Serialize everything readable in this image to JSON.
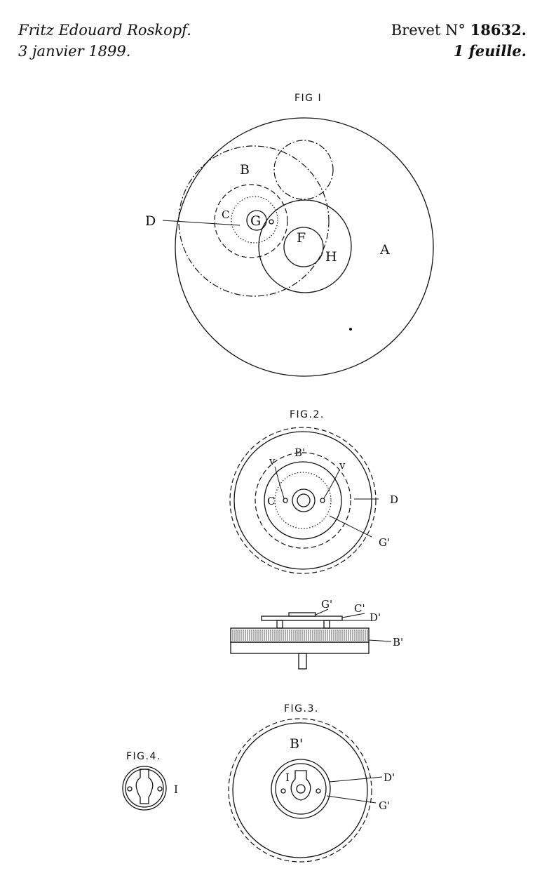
{
  "header": {
    "inventor": "Fritz Edouard Roskopf.",
    "date": "3 janvier 1899.",
    "brevet_prefix": "Brevet N°",
    "brevet_number": "18632.",
    "sheets": "1 feuille."
  },
  "fig1": {
    "title": "FIG I",
    "labels": {
      "A": "A",
      "B": "B",
      "C": "C",
      "D": "D",
      "F": "F",
      "G": "G",
      "H": "H"
    }
  },
  "fig2": {
    "title": "FIG.2.",
    "labels": {
      "B": "B'",
      "C": "C",
      "D": "D",
      "G": "G'",
      "v1": "v",
      "v2": "v"
    }
  },
  "section": {
    "labels": {
      "G": "G'",
      "C": "C'",
      "D": "D'",
      "B": "B'"
    }
  },
  "fig3": {
    "title": "FIG.3.",
    "labels": {
      "B": "B'",
      "I": "I",
      "D": "D'",
      "G": "G'"
    }
  },
  "fig4": {
    "title": "FIG.4.",
    "labels": {
      "I": "I"
    }
  }
}
